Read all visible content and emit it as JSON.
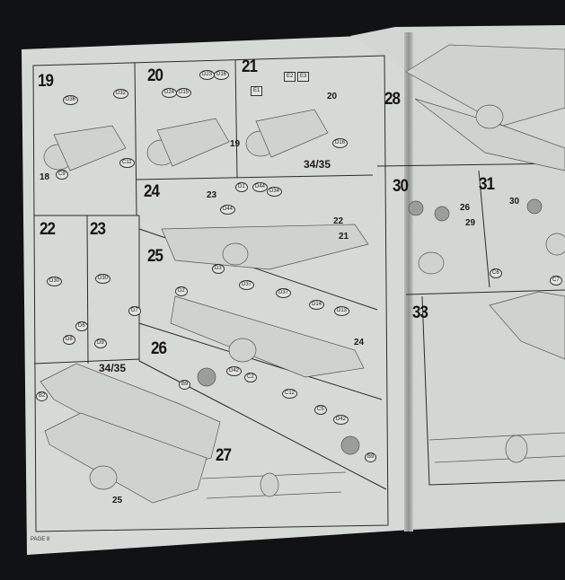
{
  "footer": "PAGE 8",
  "steps": {
    "s19": {
      "number": "19",
      "parts": [
        "D36",
        "D32",
        "C11",
        "C9"
      ],
      "refs": [
        "18"
      ]
    },
    "s20": {
      "number": "20",
      "parts": [
        "D23",
        "D16",
        "D24",
        "D15"
      ],
      "refs": [
        "19"
      ]
    },
    "s21": {
      "number": "21",
      "parts": [
        "E1",
        "E2",
        "E3",
        "D16"
      ],
      "refs": [
        "20",
        "34/35"
      ]
    },
    "s22": {
      "number": "22",
      "parts": [
        "D30",
        "D6",
        "D8"
      ]
    },
    "s23": {
      "number": "23",
      "parts": [
        "D30",
        "D7",
        "D9"
      ]
    },
    "s24": {
      "number": "24",
      "parts": [
        "D1",
        "D44",
        "D34",
        "D44"
      ],
      "refs": [
        "23",
        "22",
        "21"
      ]
    },
    "s25": {
      "number": "25",
      "parts": [
        "D3",
        "D2",
        "D37",
        "D37",
        "D14",
        "D13"
      ],
      "refs": [
        "24"
      ]
    },
    "s26": {
      "number": "26",
      "parts": [
        "B9",
        "D42",
        "C2",
        "C12",
        "C5",
        "D42",
        "B9"
      ]
    },
    "s34": {
      "parts": [
        "B2"
      ],
      "refs": [
        "34/35",
        "25"
      ]
    },
    "s27": {
      "number": "27"
    },
    "s28": {
      "number": "28"
    },
    "s30": {
      "number": "30",
      "refs": [
        "26",
        "29"
      ]
    },
    "s31": {
      "number": "31",
      "parts": [
        "C6",
        "C7"
      ],
      "refs": [
        "30"
      ]
    },
    "s33": {
      "number": "33"
    }
  }
}
